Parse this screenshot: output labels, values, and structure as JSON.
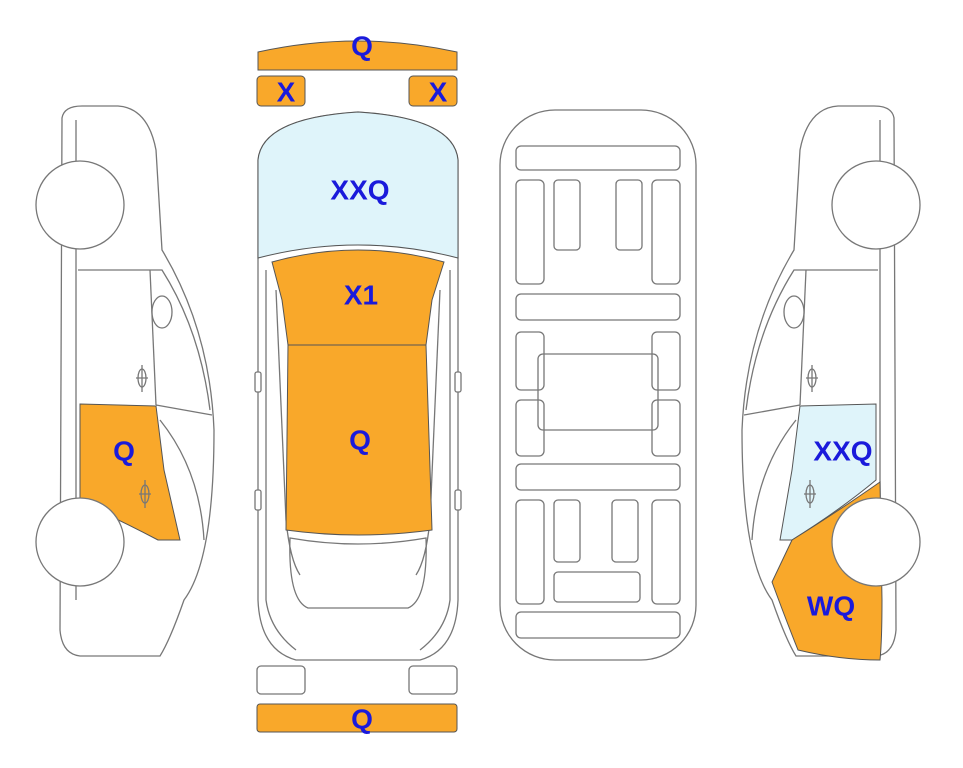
{
  "colors": {
    "damage_orange": "#f9a82a",
    "damage_lightblue": "#dff4fa",
    "label_blue": "#1a1adb",
    "outline_gray": "#777777"
  },
  "panels": {
    "front_bumper": {
      "code": "Q",
      "status": "damaged"
    },
    "headlight_left": {
      "code": "X",
      "status": "damaged"
    },
    "headlight_right": {
      "code": "X",
      "status": "damaged"
    },
    "windshield": {
      "code": "XXQ",
      "status": "glass"
    },
    "hood": {
      "code": "X1",
      "status": "damaged"
    },
    "roof": {
      "code": "Q",
      "status": "damaged"
    },
    "rear_bumper": {
      "code": "Q",
      "status": "damaged"
    },
    "left_rear_door": {
      "code": "Q",
      "status": "damaged"
    },
    "right_rear_window": {
      "code": "XXQ",
      "status": "glass"
    },
    "right_rear_quarter": {
      "code": "WQ",
      "status": "damaged"
    }
  }
}
